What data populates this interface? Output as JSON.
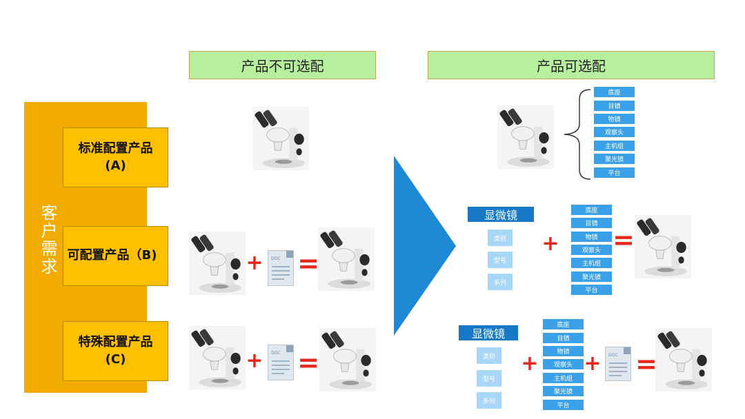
{
  "headers": {
    "left": "产品不可选配",
    "right": "产品可选配"
  },
  "customer_demand": "客户需求",
  "products": {
    "standard": {
      "name": "标准配置产品",
      "code": "(A)"
    },
    "configurable": {
      "name": "可配置产品（B)"
    },
    "special": {
      "name": "特殊配置产品",
      "code": "(C)"
    }
  },
  "components": [
    "底座",
    "目镜",
    "物镜",
    "观察头",
    "主机组",
    "聚光镜",
    "平台"
  ],
  "microscope_label": "显微镜",
  "attributes": [
    "类别",
    "型号",
    "系列"
  ],
  "operators": {
    "plus": "+",
    "equals": "="
  },
  "doc_tag": "DOC",
  "icons": [
    "microscope-icon",
    "document-icon",
    "plus-icon",
    "equals-icon",
    "arrow-icon",
    "brace-icon"
  ],
  "colors": {
    "header_bg": "#b6ef9e",
    "orange": "#f2ab00",
    "product_box": "#ffc000",
    "arrow": "#1e8ad6",
    "pill": "#3aa0e8",
    "pill_light": "#a8d6f6",
    "operator": "#e8261c"
  }
}
